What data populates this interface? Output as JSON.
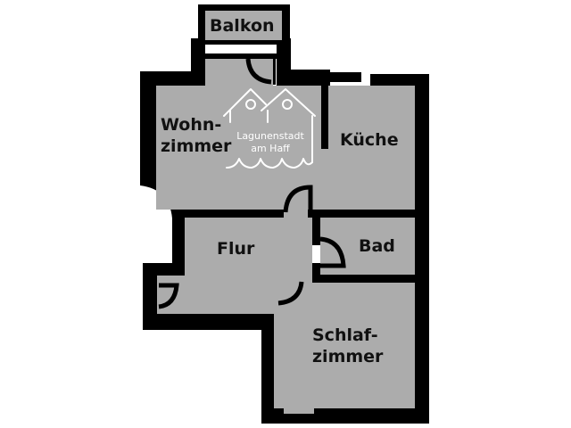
{
  "colors": {
    "wall": "#000000",
    "floor": "#acacac",
    "background": "#ffffff",
    "label": "#111111",
    "logo": "#ffffff"
  },
  "rooms": {
    "balkon": "Balkon",
    "wohnzimmer": "Wohn-\nzimmer",
    "kueche": "Küche",
    "flur": "Flur",
    "bad": "Bad",
    "schlafzimmer": "Schlaf-\nzimmer"
  },
  "logo": {
    "icon": "two-houses-waves-icon",
    "line1": "Lagunenstadt",
    "line2": "am Haff"
  }
}
